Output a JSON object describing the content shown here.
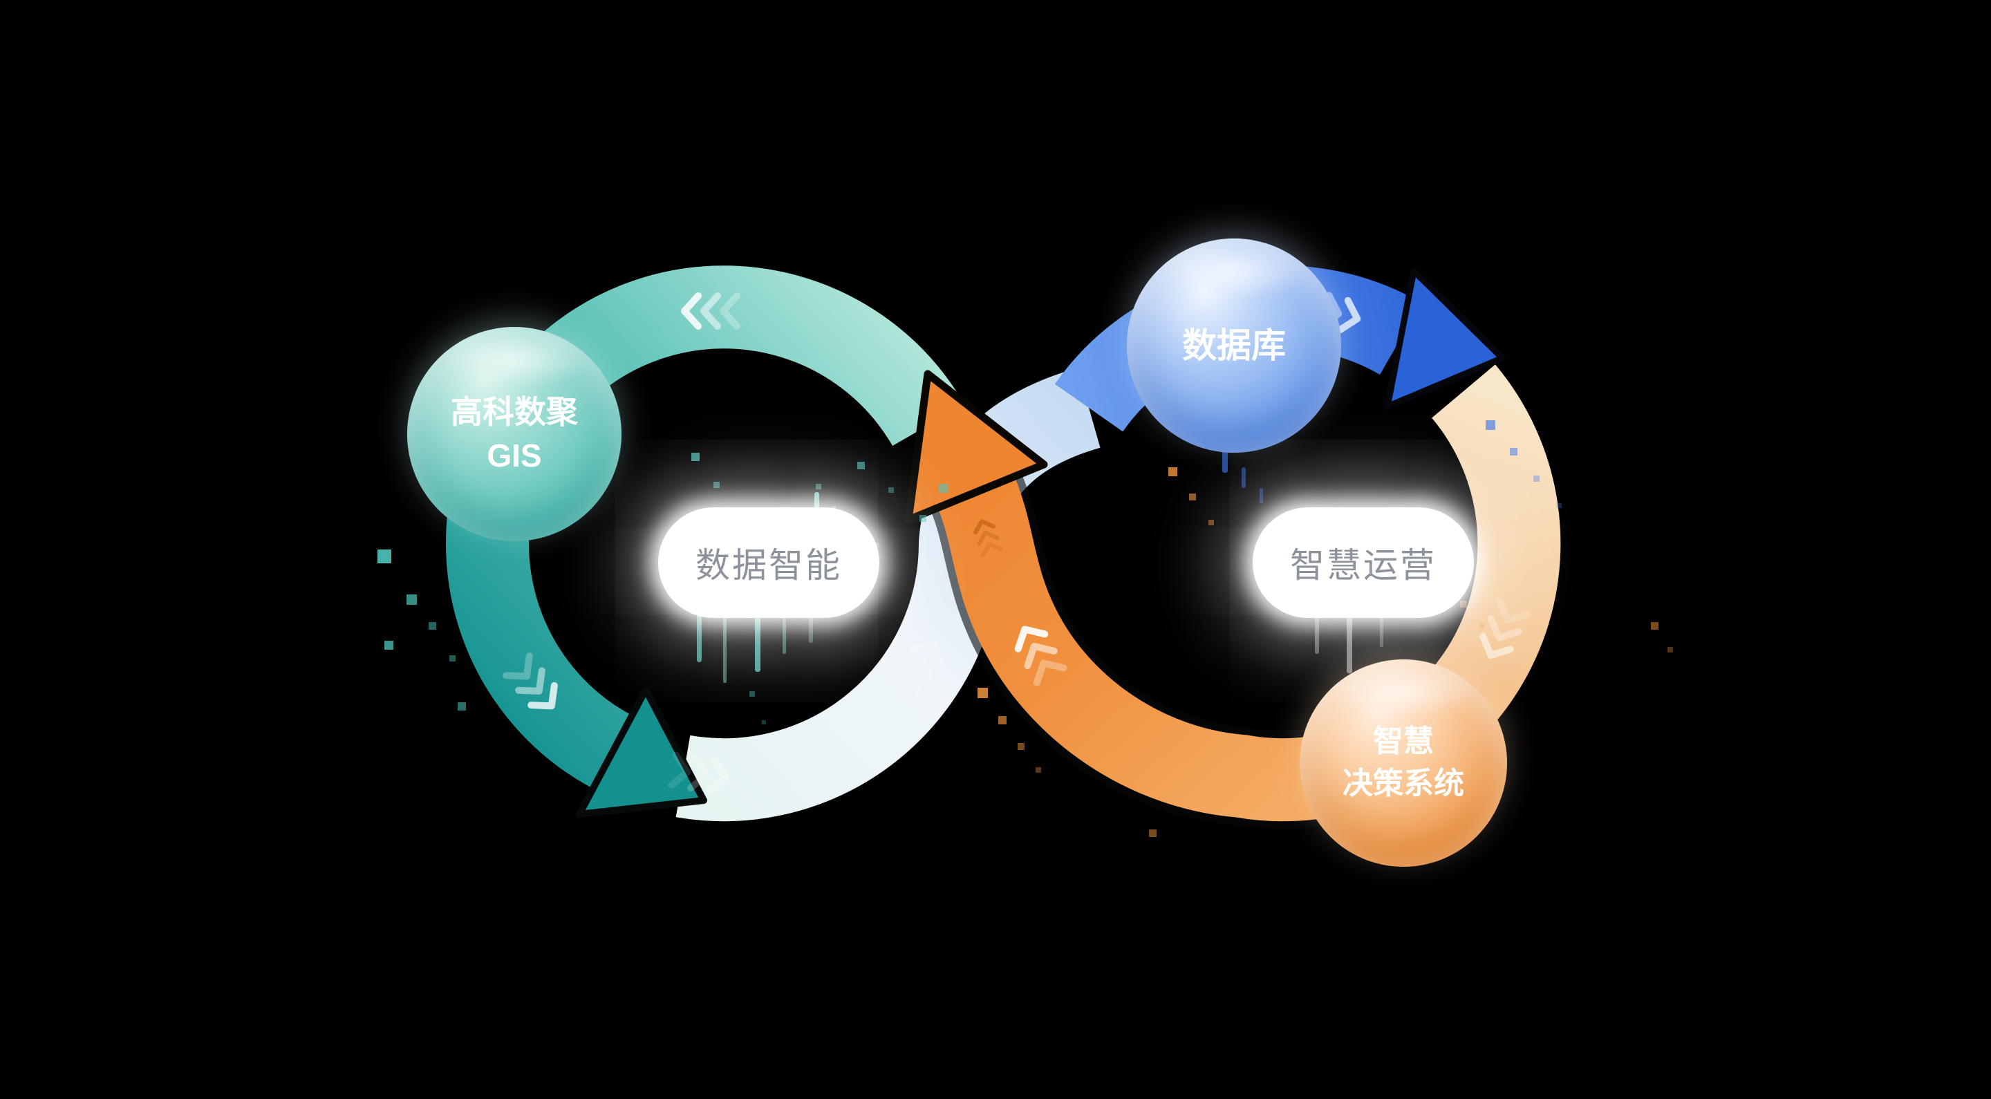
{
  "diagram": {
    "type": "infinity-loop-flow",
    "background_color": "#000000",
    "nodes": [
      {
        "id": "gis",
        "lines": [
          "高科数聚",
          "GIS"
        ],
        "color": "#5fc4ba"
      },
      {
        "id": "database",
        "lines": [
          "数据库"
        ],
        "color": "#5085e0"
      },
      {
        "id": "decision",
        "lines": [
          "智慧",
          "决策系统"
        ],
        "color": "#ed8c3b"
      }
    ],
    "labels": [
      {
        "id": "data-intelligence",
        "text": "数据智能"
      },
      {
        "id": "smart-operation",
        "text": "智慧运营"
      }
    ],
    "flow_colors": {
      "teal": "#129190",
      "light_blue": "#c6dcf2",
      "blue": "#2a62d8",
      "cream": "#f6dfc0",
      "orange": "#ee8530"
    }
  }
}
